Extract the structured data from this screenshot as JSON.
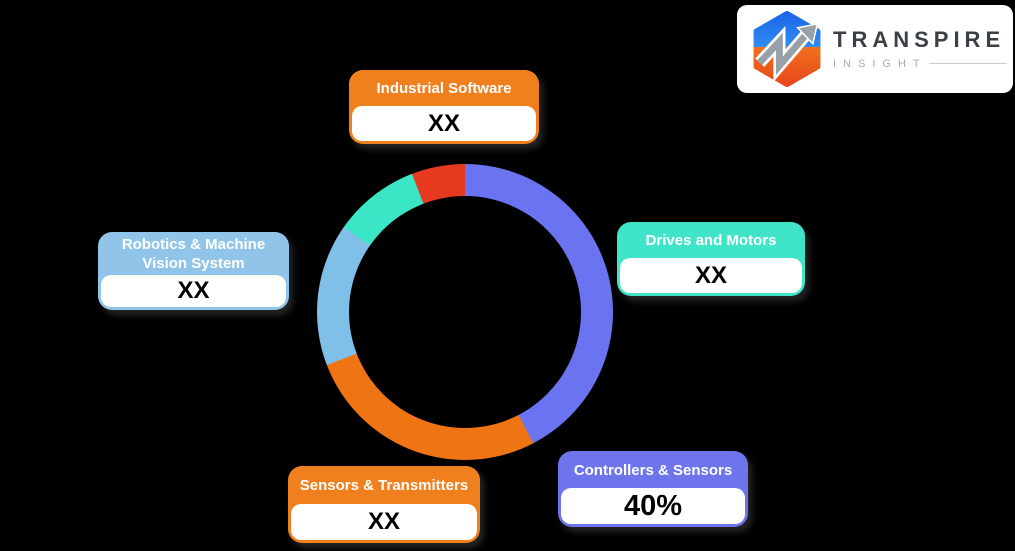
{
  "background_color": "#000000",
  "logo": {
    "brand": "TRANSPIRE",
    "tagline": "INSIGHT",
    "icon": "transpire-hexagon-arrow",
    "colors": {
      "hex_blue_top": "#1d66e8",
      "hex_blue_bottom": "#2f8df2",
      "hex_orange_top": "#f0711d",
      "hex_orange_bottom": "#e8481c",
      "arrow_gray": "#9aa0a8",
      "brand_text": "#3b4046",
      "tagline_text": "#a8adb3"
    }
  },
  "chart_data": {
    "type": "pie",
    "subtype": "donut",
    "title": "",
    "legend_position": "callouts-around-chart",
    "rotation_start": "12-oclock-clockwise",
    "segments": [
      {
        "name": "Controllers & Sensors",
        "value_label": "40%",
        "percent_est": 42.4,
        "start_deg": 0,
        "end_deg": 152.5,
        "color": "#6b74f0"
      },
      {
        "name": "Sensors & Transmitters",
        "value_label": "XX",
        "percent_est": 26.8,
        "start_deg": 152.5,
        "end_deg": 249,
        "color": "#ee7414"
      },
      {
        "name": "Robotics & Machine Vision System",
        "value_label": "XX",
        "percent_est": 15.6,
        "start_deg": 249,
        "end_deg": 305,
        "color": "#80bfe8"
      },
      {
        "name": "Drives and Motors",
        "value_label": "XX",
        "percent_est": 9.4,
        "start_deg": 305,
        "end_deg": 339,
        "color": "#3be6c6"
      },
      {
        "name": "Industrial Software",
        "value_label": "XX",
        "percent_est": 5.8,
        "start_deg": 339,
        "end_deg": 360,
        "color": "#e63a20"
      }
    ]
  },
  "callouts": [
    {
      "label": "Industrial Software",
      "value": "XX",
      "color": "#f0801e"
    },
    {
      "label": "Drives and Motors",
      "value": "XX",
      "color": "#40e4c8"
    },
    {
      "label": "Robotics & Machine Vision System",
      "value": "XX",
      "color": "#90c4e8"
    },
    {
      "label": "Sensors & Transmitters",
      "value": "XX",
      "color": "#f0801e"
    },
    {
      "label": "Controllers & Sensors",
      "value": "40%",
      "color": "#6e74ec"
    }
  ]
}
